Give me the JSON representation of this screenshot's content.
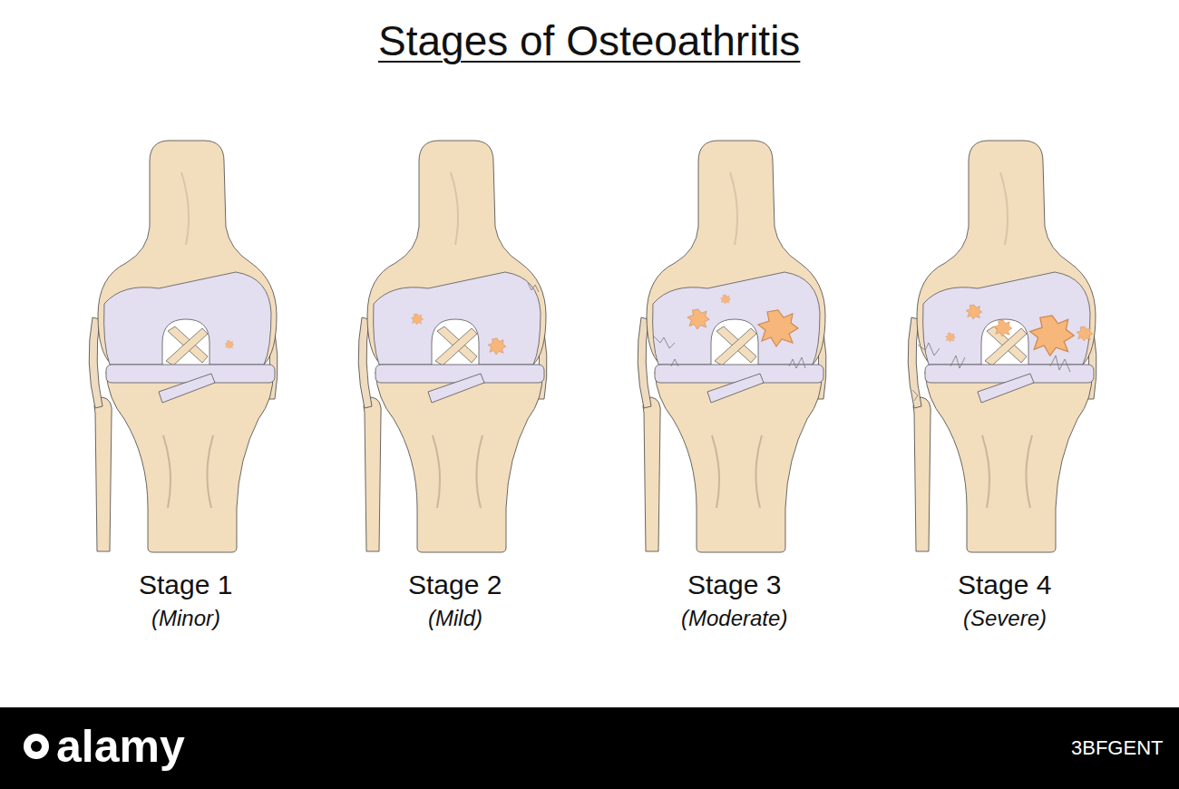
{
  "diagram": {
    "title": "Stages of Osteoathritis",
    "labels": [
      "Stage 1",
      "(Minor)",
      "Stage 2",
      "(Mild)",
      "Stage 3",
      "(Moderate)",
      "Stage 4",
      "(Severe)",
      "alamy",
      "3BFGENT"
    ]
  }
}
